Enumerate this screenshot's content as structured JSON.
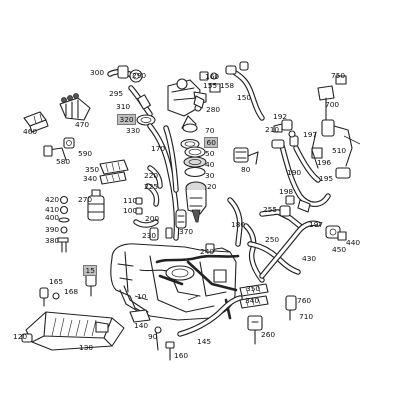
{
  "callouts": {
    "c10": "10",
    "c15": "15",
    "c20": "20",
    "c30": "30",
    "c40": "40",
    "c50": "50",
    "c60": "60",
    "c70": "70",
    "c80": "80",
    "c90": "90",
    "c100": "100",
    "c110": "110",
    "c120": "120",
    "c130": "130",
    "c140": "140",
    "c145": "145",
    "c150": "150",
    "c155": "155",
    "c158": "158",
    "c160": "160",
    "c165": "165",
    "c168": "168",
    "c170": "170",
    "c180": "180",
    "c190": "190",
    "c192": "192",
    "c195": "195",
    "c196": "196",
    "c197a": "197",
    "c197b": "197",
    "c198": "198",
    "c200": "200",
    "c210": "210",
    "c220": "220",
    "c225": "225",
    "c230": "230",
    "c240": "240",
    "c250": "250",
    "c255": "255",
    "c260": "260",
    "c270": "270",
    "c280": "280",
    "c290": "290",
    "c295": "295",
    "c300": "300",
    "c310": "310",
    "c320": "320",
    "c330": "330",
    "c340a": "340",
    "c340b": "340",
    "c350a": "350",
    "c350b": "350",
    "c370": "370",
    "c380": "380",
    "c390": "390",
    "c400": "400",
    "c410": "410",
    "c420": "420",
    "c430": "430",
    "c440": "440",
    "c450": "450",
    "c460": "460",
    "c470": "470",
    "c510": "510",
    "c580": "580",
    "c590": "590",
    "c700": "700",
    "c710": "710",
    "c750": "750",
    "c760": "760"
  },
  "colors": {
    "line": "#222222",
    "highlight_box": "#bfbfbf",
    "background": "#ffffff"
  }
}
